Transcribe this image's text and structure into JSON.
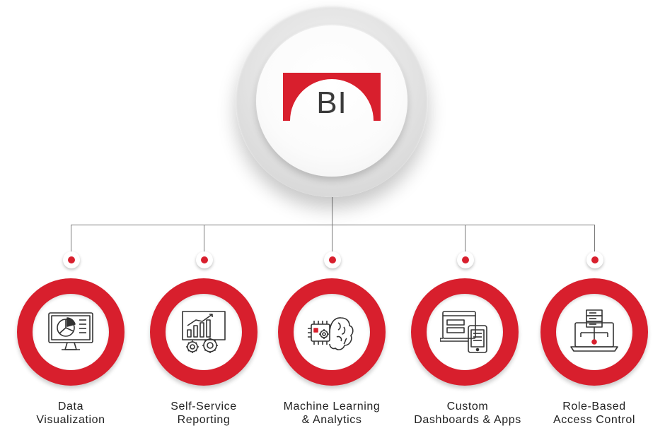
{
  "hub": {
    "logo_text": "BI",
    "accent": "#d81f2d"
  },
  "features": [
    {
      "line1": "Data",
      "line2": "Visualization",
      "icon": "monitor-pie-chart-icon"
    },
    {
      "line1": "Self-Service",
      "line2": "Reporting",
      "icon": "report-gears-icon"
    },
    {
      "line1": "Machine Learning",
      "line2": "& Analytics",
      "icon": "chip-brain-icon"
    },
    {
      "line1": "Custom",
      "line2": "Dashboards & Apps",
      "icon": "dashboard-devices-icon"
    },
    {
      "line1": "Role-Based",
      "line2": "Access Control",
      "icon": "server-laptop-icon"
    }
  ]
}
